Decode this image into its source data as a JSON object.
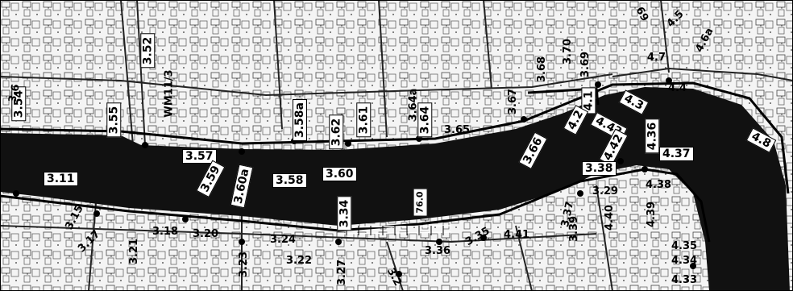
{
  "map": {
    "labels": [
      {
        "id": "l_3_52",
        "text": "3.52"
      },
      {
        "id": "l_wm",
        "text": "WM11/3"
      },
      {
        "id": "l_3_55",
        "text": "3.55"
      },
      {
        "id": "l_3_54",
        "text": "3.54"
      },
      {
        "id": "l_3_57",
        "text": "3.57"
      },
      {
        "id": "l_3_59",
        "text": "3.59"
      },
      {
        "id": "l_3_60a",
        "text": "3.60a"
      },
      {
        "id": "l_3_58",
        "text": "3.58"
      },
      {
        "id": "l_3_58a",
        "text": "3.58a"
      },
      {
        "id": "l_3_60",
        "text": "3.60"
      },
      {
        "id": "l_3_62",
        "text": "3.62"
      },
      {
        "id": "l_3_61",
        "text": "3.61"
      },
      {
        "id": "l_3_64a",
        "text": "3.64a"
      },
      {
        "id": "l_3_64",
        "text": "3.64"
      },
      {
        "id": "l_3_65",
        "text": "3.65"
      },
      {
        "id": "l_3_67",
        "text": "3.67"
      },
      {
        "id": "l_3_66",
        "text": "3.66"
      },
      {
        "id": "l_3_68",
        "text": "3.68"
      },
      {
        "id": "l_3_70",
        "text": "3.70"
      },
      {
        "id": "l_3_69",
        "text": "3.69"
      },
      {
        "id": "l_4_1",
        "text": "4.1"
      },
      {
        "id": "l_4_2",
        "text": "4.2"
      },
      {
        "id": "l_4_3",
        "text": "4.3"
      },
      {
        "id": "l_4_43",
        "text": "4.43"
      },
      {
        "id": "l_4_42",
        "text": "4.42"
      },
      {
        "id": "l_4_36",
        "text": "4.36"
      },
      {
        "id": "l_4_37",
        "text": "4.37"
      },
      {
        "id": "l_4_4",
        "text": "4.4"
      },
      {
        "id": "l_4_5",
        "text": "4.5"
      },
      {
        "id": "l_4_6a",
        "text": "4.6a"
      },
      {
        "id": "l_4_7",
        "text": "4.7"
      },
      {
        "id": "l_4_8",
        "text": "4.8"
      },
      {
        "id": "l_69",
        "text": "69"
      },
      {
        "id": "l_3_38",
        "text": "3.38"
      },
      {
        "id": "l_3_29",
        "text": "3.29"
      },
      {
        "id": "l_4_38",
        "text": "4.38"
      },
      {
        "id": "l_4_40",
        "text": "4.40"
      },
      {
        "id": "l_4_39",
        "text": "4.39"
      },
      {
        "id": "l_3_37",
        "text": "3.37"
      },
      {
        "id": "l_3_39",
        "text": "3.39"
      },
      {
        "id": "l_4_41",
        "text": "4.41"
      },
      {
        "id": "l_4_35",
        "text": "4.35"
      },
      {
        "id": "l_4_34",
        "text": "4.34"
      },
      {
        "id": "l_4_33",
        "text": "4.33"
      },
      {
        "id": "l_3_11",
        "text": "3.11"
      },
      {
        "id": "l_3_15",
        "text": "3.15"
      },
      {
        "id": "l_3_17",
        "text": "3.17"
      },
      {
        "id": "l_3_18",
        "text": "3.18"
      },
      {
        "id": "l_3_20",
        "text": "3.20"
      },
      {
        "id": "l_3_21",
        "text": "3.21"
      },
      {
        "id": "l_3_23",
        "text": "3.23"
      },
      {
        "id": "l_3_24",
        "text": "3.24"
      },
      {
        "id": "l_3_22",
        "text": "3.22"
      },
      {
        "id": "l_3_27",
        "text": "3.27"
      },
      {
        "id": "l_3_2",
        "text": "3.2"
      },
      {
        "id": "l_3_34",
        "text": "3.34"
      },
      {
        "id": "l_3_36",
        "text": "3.36"
      },
      {
        "id": "l_3_35",
        "text": "3.35"
      },
      {
        "id": "l_760",
        "text": "76.0"
      },
      {
        "id": "l_3_6left",
        "text": "3.6"
      }
    ]
  }
}
